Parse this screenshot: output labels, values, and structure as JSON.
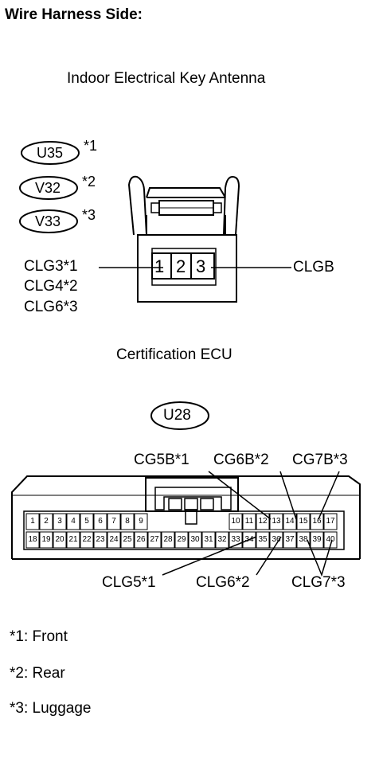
{
  "header": {
    "title": "Wire Harness Side:"
  },
  "antenna": {
    "title": "Indoor Electrical Key Antenna",
    "connector_codes": [
      {
        "code": "U35",
        "note": "*1"
      },
      {
        "code": "V32",
        "note": "*2"
      },
      {
        "code": "V33",
        "note": "*3"
      }
    ],
    "pins": [
      "1",
      "2",
      "3"
    ],
    "left_labels": [
      "CLG3*1",
      "CLG4*2",
      "CLG6*3"
    ],
    "right_label": "CLGB"
  },
  "ecu": {
    "title": "Certification ECU",
    "connector_code": "U28",
    "top_labels": [
      "CG5B*1",
      "CG6B*2",
      "CG7B*3"
    ],
    "bottom_labels": [
      "CLG5*1",
      "CLG6*2",
      "CLG7*3"
    ],
    "row1_left": [
      "1",
      "2",
      "3",
      "4",
      "5",
      "6",
      "7",
      "8",
      "9"
    ],
    "row1_right": [
      "10",
      "11",
      "12",
      "13",
      "14",
      "15",
      "16",
      "17"
    ],
    "row2": [
      "18",
      "19",
      "20",
      "21",
      "22",
      "23",
      "24",
      "25",
      "26",
      "27",
      "28",
      "29",
      "30",
      "31",
      "32",
      "33",
      "34",
      "35",
      "36",
      "37",
      "38",
      "39",
      "40"
    ]
  },
  "notes": [
    "*1: Front",
    "*2: Rear",
    "*3: Luggage"
  ]
}
